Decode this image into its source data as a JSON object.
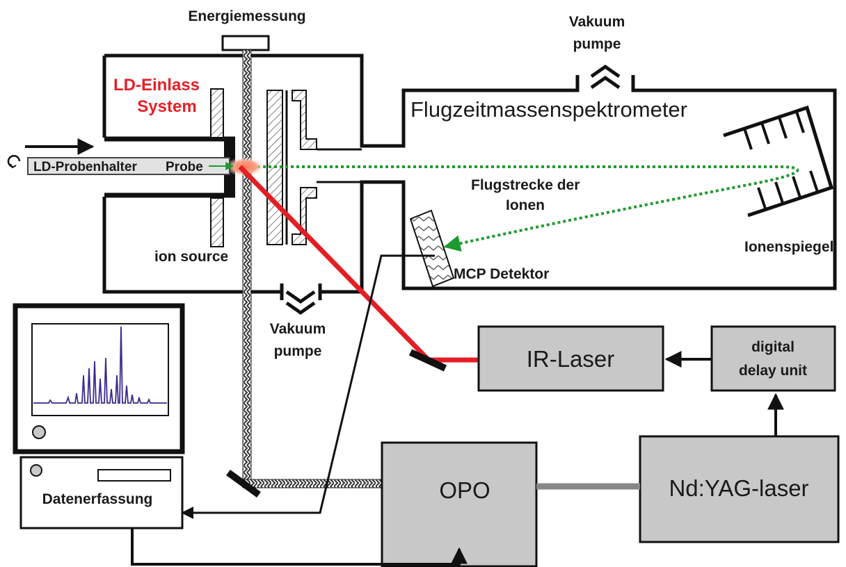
{
  "labels": {
    "energy_measurement": "Energiemessung",
    "vacuum_pump_top_1": "Vakuum",
    "vacuum_pump_top_2": "pumpe",
    "vacuum_pump_bottom_1": "Vakuum",
    "vacuum_pump_bottom_2": "pumpe",
    "ld_inlet_1": "LD-Einlass",
    "ld_inlet_2": "System",
    "tof_spectrometer": "Flugzeitmassenspektrometer",
    "sample_holder": "LD-Probenhalter",
    "sample": "Probe",
    "flight_path_1": "Flugstrecke der",
    "flight_path_2": "Ionen",
    "ion_source": "ion source",
    "ion_mirror": "Ionenspiegel",
    "mcp_detector": "MCP Detektor",
    "ir_laser": "IR-Laser",
    "delay_unit_1": "digital",
    "delay_unit_2": "delay unit",
    "opo": "OPO",
    "ndyag": "Nd:YAG-laser",
    "data_acquisition": "Datenerfassung"
  },
  "colors": {
    "ld_inlet_label": "#e41f26",
    "ir_beam": "#e31e24",
    "ion_path": "#1f9a2e",
    "spectrum_trace": "#3a2a8c",
    "instrument_box": "#c8c8c8"
  },
  "icons": {
    "sample_holder_knob": "rotation-icon",
    "vacuum_pump": "chevron-pair-icon"
  }
}
